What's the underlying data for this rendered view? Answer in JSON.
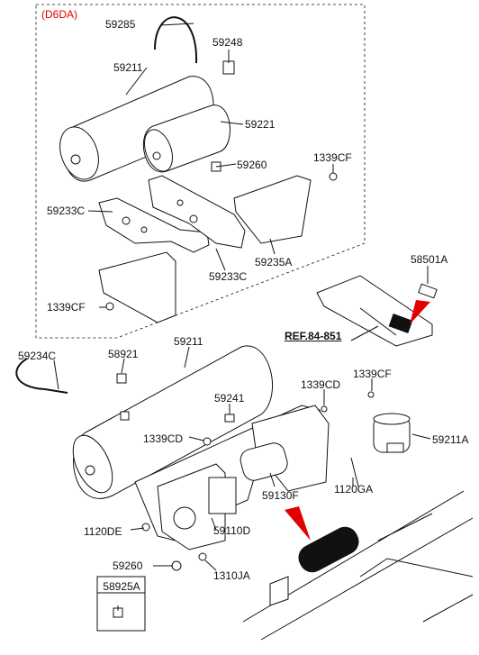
{
  "diagram": {
    "variant_label": "(D6DA)",
    "reference_label": "REF.84-851",
    "callout_box_label": "58925A",
    "colors": {
      "line": "#111111",
      "accent": "#e00000",
      "part_fill": "#ffffff"
    },
    "labels": {
      "p59285": "59285",
      "p59248": "59248",
      "p59211_upper": "59211",
      "p59221": "59221",
      "p59260_upper": "59260",
      "p1339CF_upper_right": "1339CF",
      "p59233C_left": "59233C",
      "p59233C_lower": "59233C",
      "p59235A": "59235A",
      "p1339CF_upper_left": "1339CF",
      "p58501A": "58501A",
      "p59234C": "59234C",
      "p58921": "58921",
      "p59211_lower": "59211",
      "p1339CD_right": "1339CD",
      "p1339CF_lower": "1339CF",
      "p59241": "59241",
      "p1339CD_left": "1339CD",
      "p59211A": "59211A",
      "p59130F": "59130F",
      "p1120GA": "1120GA",
      "p1120DE": "1120DE",
      "p59110D": "59110D",
      "p59260_lower": "59260",
      "p1310JA": "1310JA"
    }
  }
}
